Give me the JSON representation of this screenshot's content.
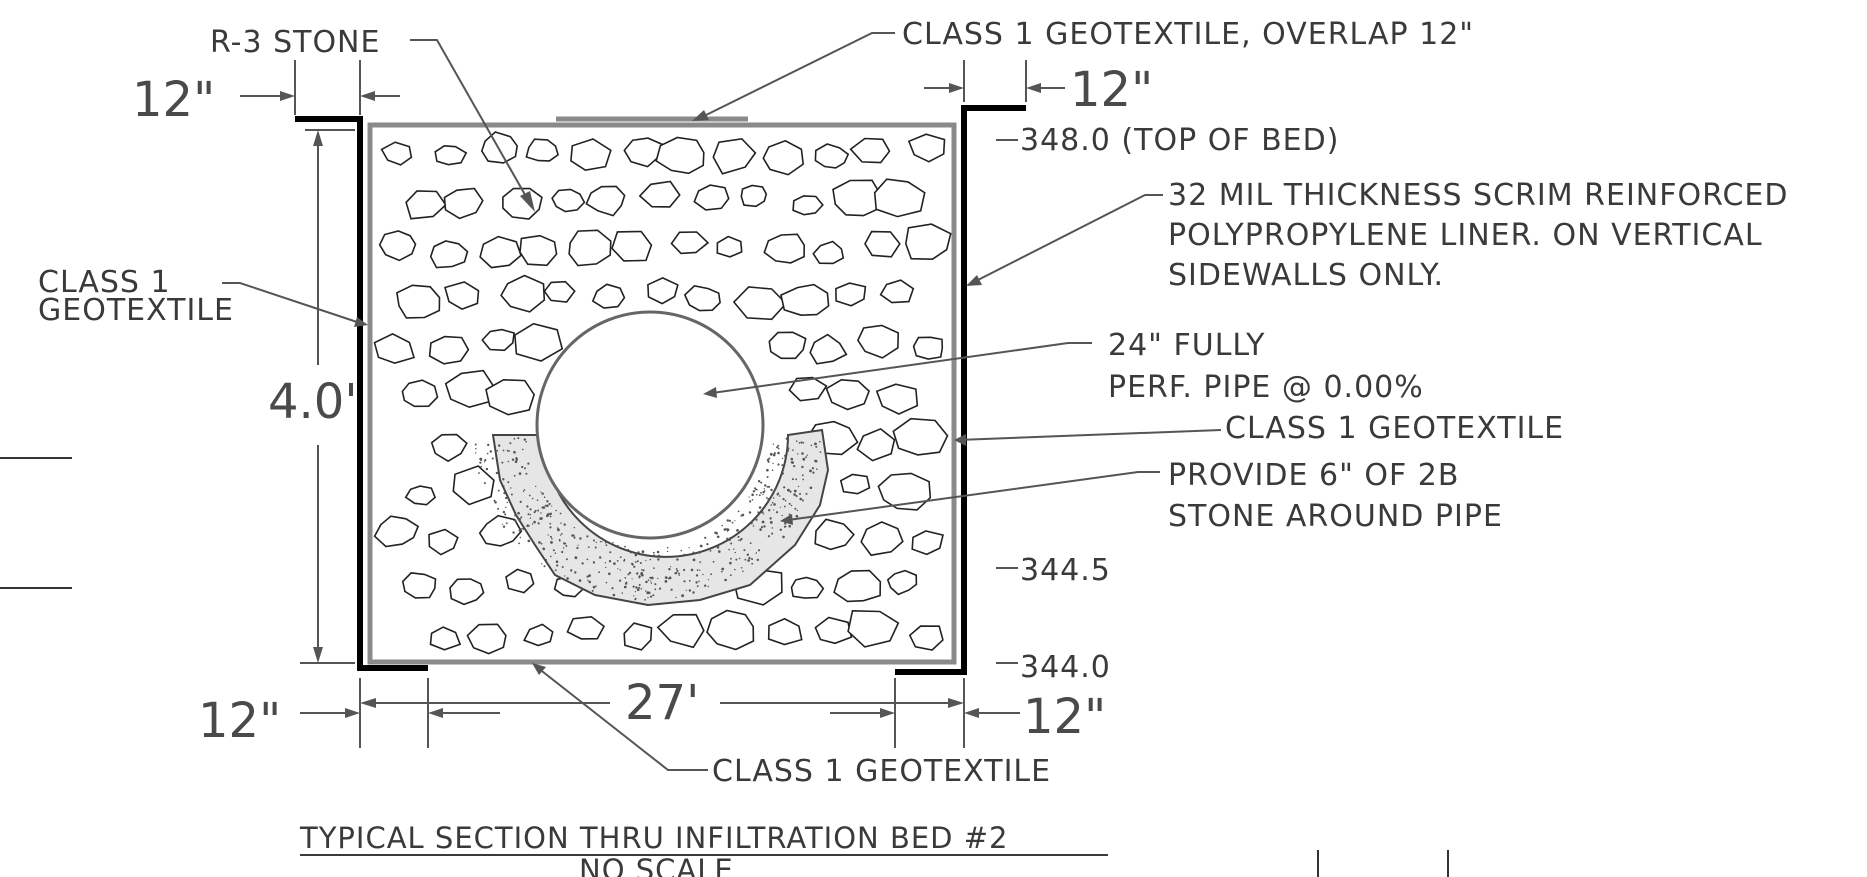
{
  "labels": {
    "r3_stone": "R-3 STONE",
    "geotextile_overlap": "CLASS 1 GEOTEXTILE, OVERLAP 12\"",
    "top_of_bed": "348.0 (TOP OF BED)",
    "liner_line1": "32 MIL THICKNESS SCRIM REINFORCED",
    "liner_line2": "POLYPROPYLENE LINER. ON VERTICAL",
    "liner_line3": "SIDEWALLS ONLY.",
    "left_geo_line1": "CLASS 1",
    "left_geo_line2": "GEOTEXTILE",
    "pipe_line1": "24\" FULLY",
    "pipe_line2": "PERF. PIPE @ 0.00%",
    "right_geo": "CLASS 1 GEOTEXTILE",
    "stone_line1": "PROVIDE 6\" OF 2B",
    "stone_line2": "STONE AROUND PIPE",
    "elev_mid": "344.5",
    "elev_bottom": "344.0",
    "bottom_geo": "CLASS 1 GEOTEXTILE"
  },
  "dimensions": {
    "top_left": "12\"",
    "top_right": "12\"",
    "height": "4.0'",
    "width": "27'",
    "bottom_left": "12\"",
    "bottom_right": "12\""
  },
  "title": {
    "main": "TYPICAL SECTION THRU INFILTRATION BED #2",
    "sub": "NO SCALE"
  }
}
